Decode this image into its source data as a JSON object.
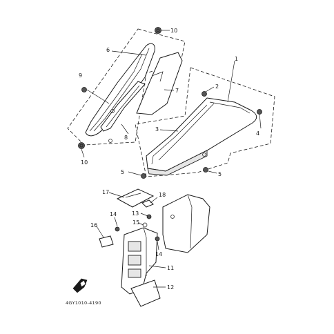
{
  "callouts": {
    "c1": "1",
    "c2": "2",
    "c3": "3",
    "c4": "4",
    "c5a": "5",
    "c5b": "5",
    "c6": "6",
    "c7": "7",
    "c8": "8",
    "c9": "9",
    "c10a": "10",
    "c10b": "10",
    "c11": "11",
    "c12": "12",
    "c13": "13",
    "c14a": "14",
    "c14b": "14",
    "c15": "15",
    "c16": "16",
    "c17": "17",
    "c18": "18"
  },
  "diagram_code": "4GY1010-4190",
  "colors": {
    "ink": "#1a1a1a",
    "background": "#ffffff"
  }
}
